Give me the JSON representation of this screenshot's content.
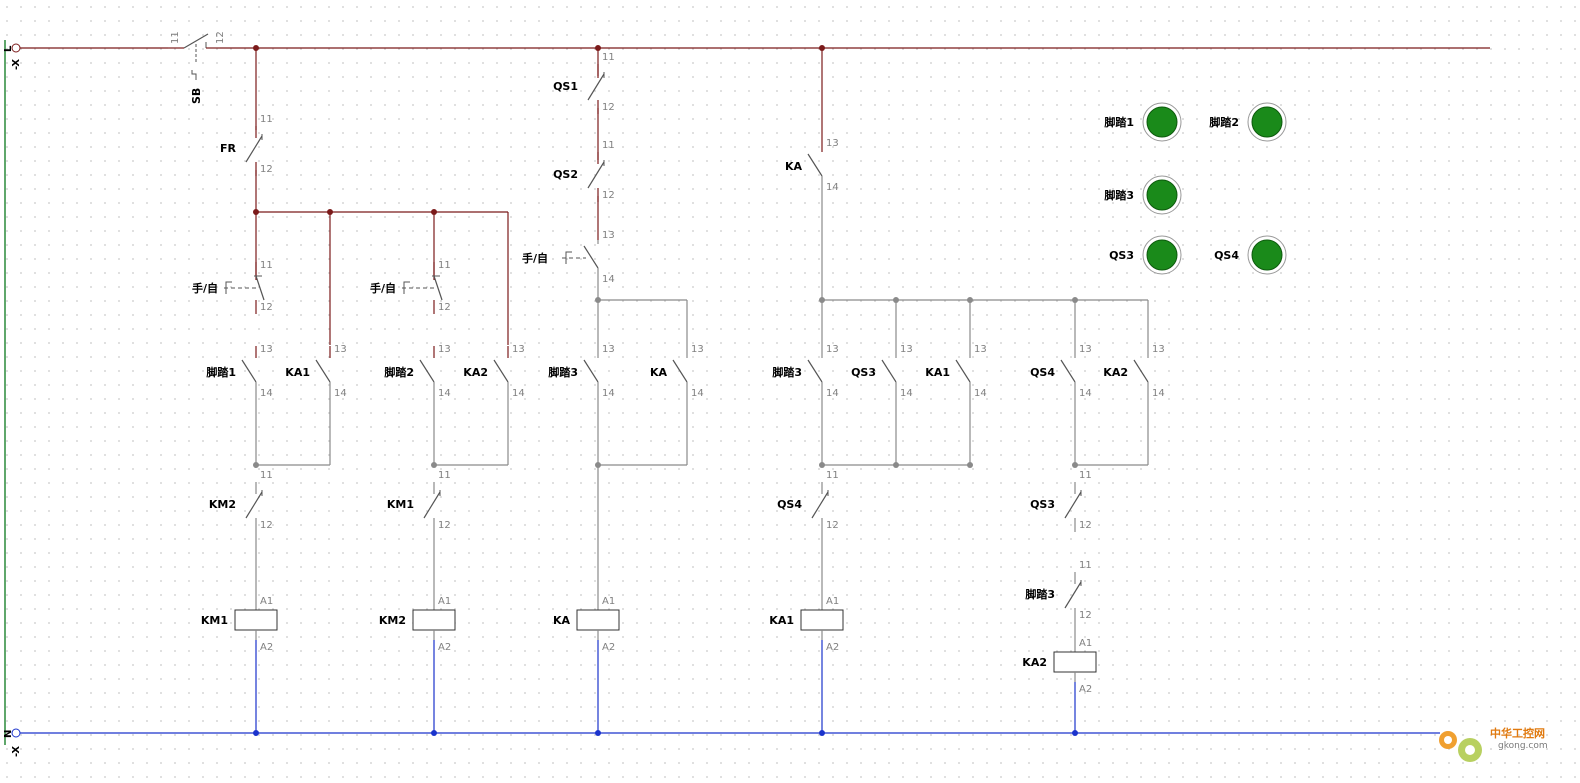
{
  "rails": {
    "top": {
      "label": "-X",
      "pin": "L"
    },
    "bottom": {
      "label": "-X",
      "pin": "N"
    }
  },
  "colors": {
    "live": "#7b1a1a",
    "neutral": "#1a33cc",
    "wire": "#8a8a8a",
    "lamp": "#1a8a1a"
  },
  "pins": {
    "nc_a": "11",
    "nc_b": "12",
    "no_a": "13",
    "no_b": "14",
    "coil_a": "A1",
    "coil_b": "A2"
  },
  "labels": {
    "sb": "SB",
    "fr": "FR",
    "qs1": "QS1",
    "qs2": "QS2",
    "manual_auto_1": "手/自",
    "manual_auto_2": "手/自",
    "manual_auto_3": "手/自",
    "c1_no_left": "脚踏1",
    "c1_no_right": "KA1",
    "c2_no_left": "脚踏2",
    "c2_no_right": "KA2",
    "c3_no_left": "脚踏3",
    "c3_no_right": "KA",
    "ka_top": "KA",
    "c4_no_1": "脚踏3",
    "c4_no_2": "QS3",
    "c4_no_3": "KA1",
    "c5_no_1": "QS4",
    "c5_no_2": "KA2",
    "c1_nc": "KM2",
    "c2_nc": "KM1",
    "c4_nc": "QS4",
    "c5_nc_1": "QS3",
    "c5_nc_2": "脚踏3",
    "coil_1": "KM1",
    "coil_2": "KM2",
    "coil_3": "KA",
    "coil_4": "KA1",
    "coil_5": "KA2"
  },
  "lamps": [
    {
      "label": "脚踏1",
      "state": "on"
    },
    {
      "label": "脚踏2",
      "state": "on"
    },
    {
      "label": "脚踏3",
      "state": "on"
    },
    {
      "label": "QS3",
      "state": "on"
    },
    {
      "label": "QS4",
      "state": "on"
    }
  ],
  "watermark": {
    "line1": "中华工控网",
    "line2": "gkong.com"
  }
}
